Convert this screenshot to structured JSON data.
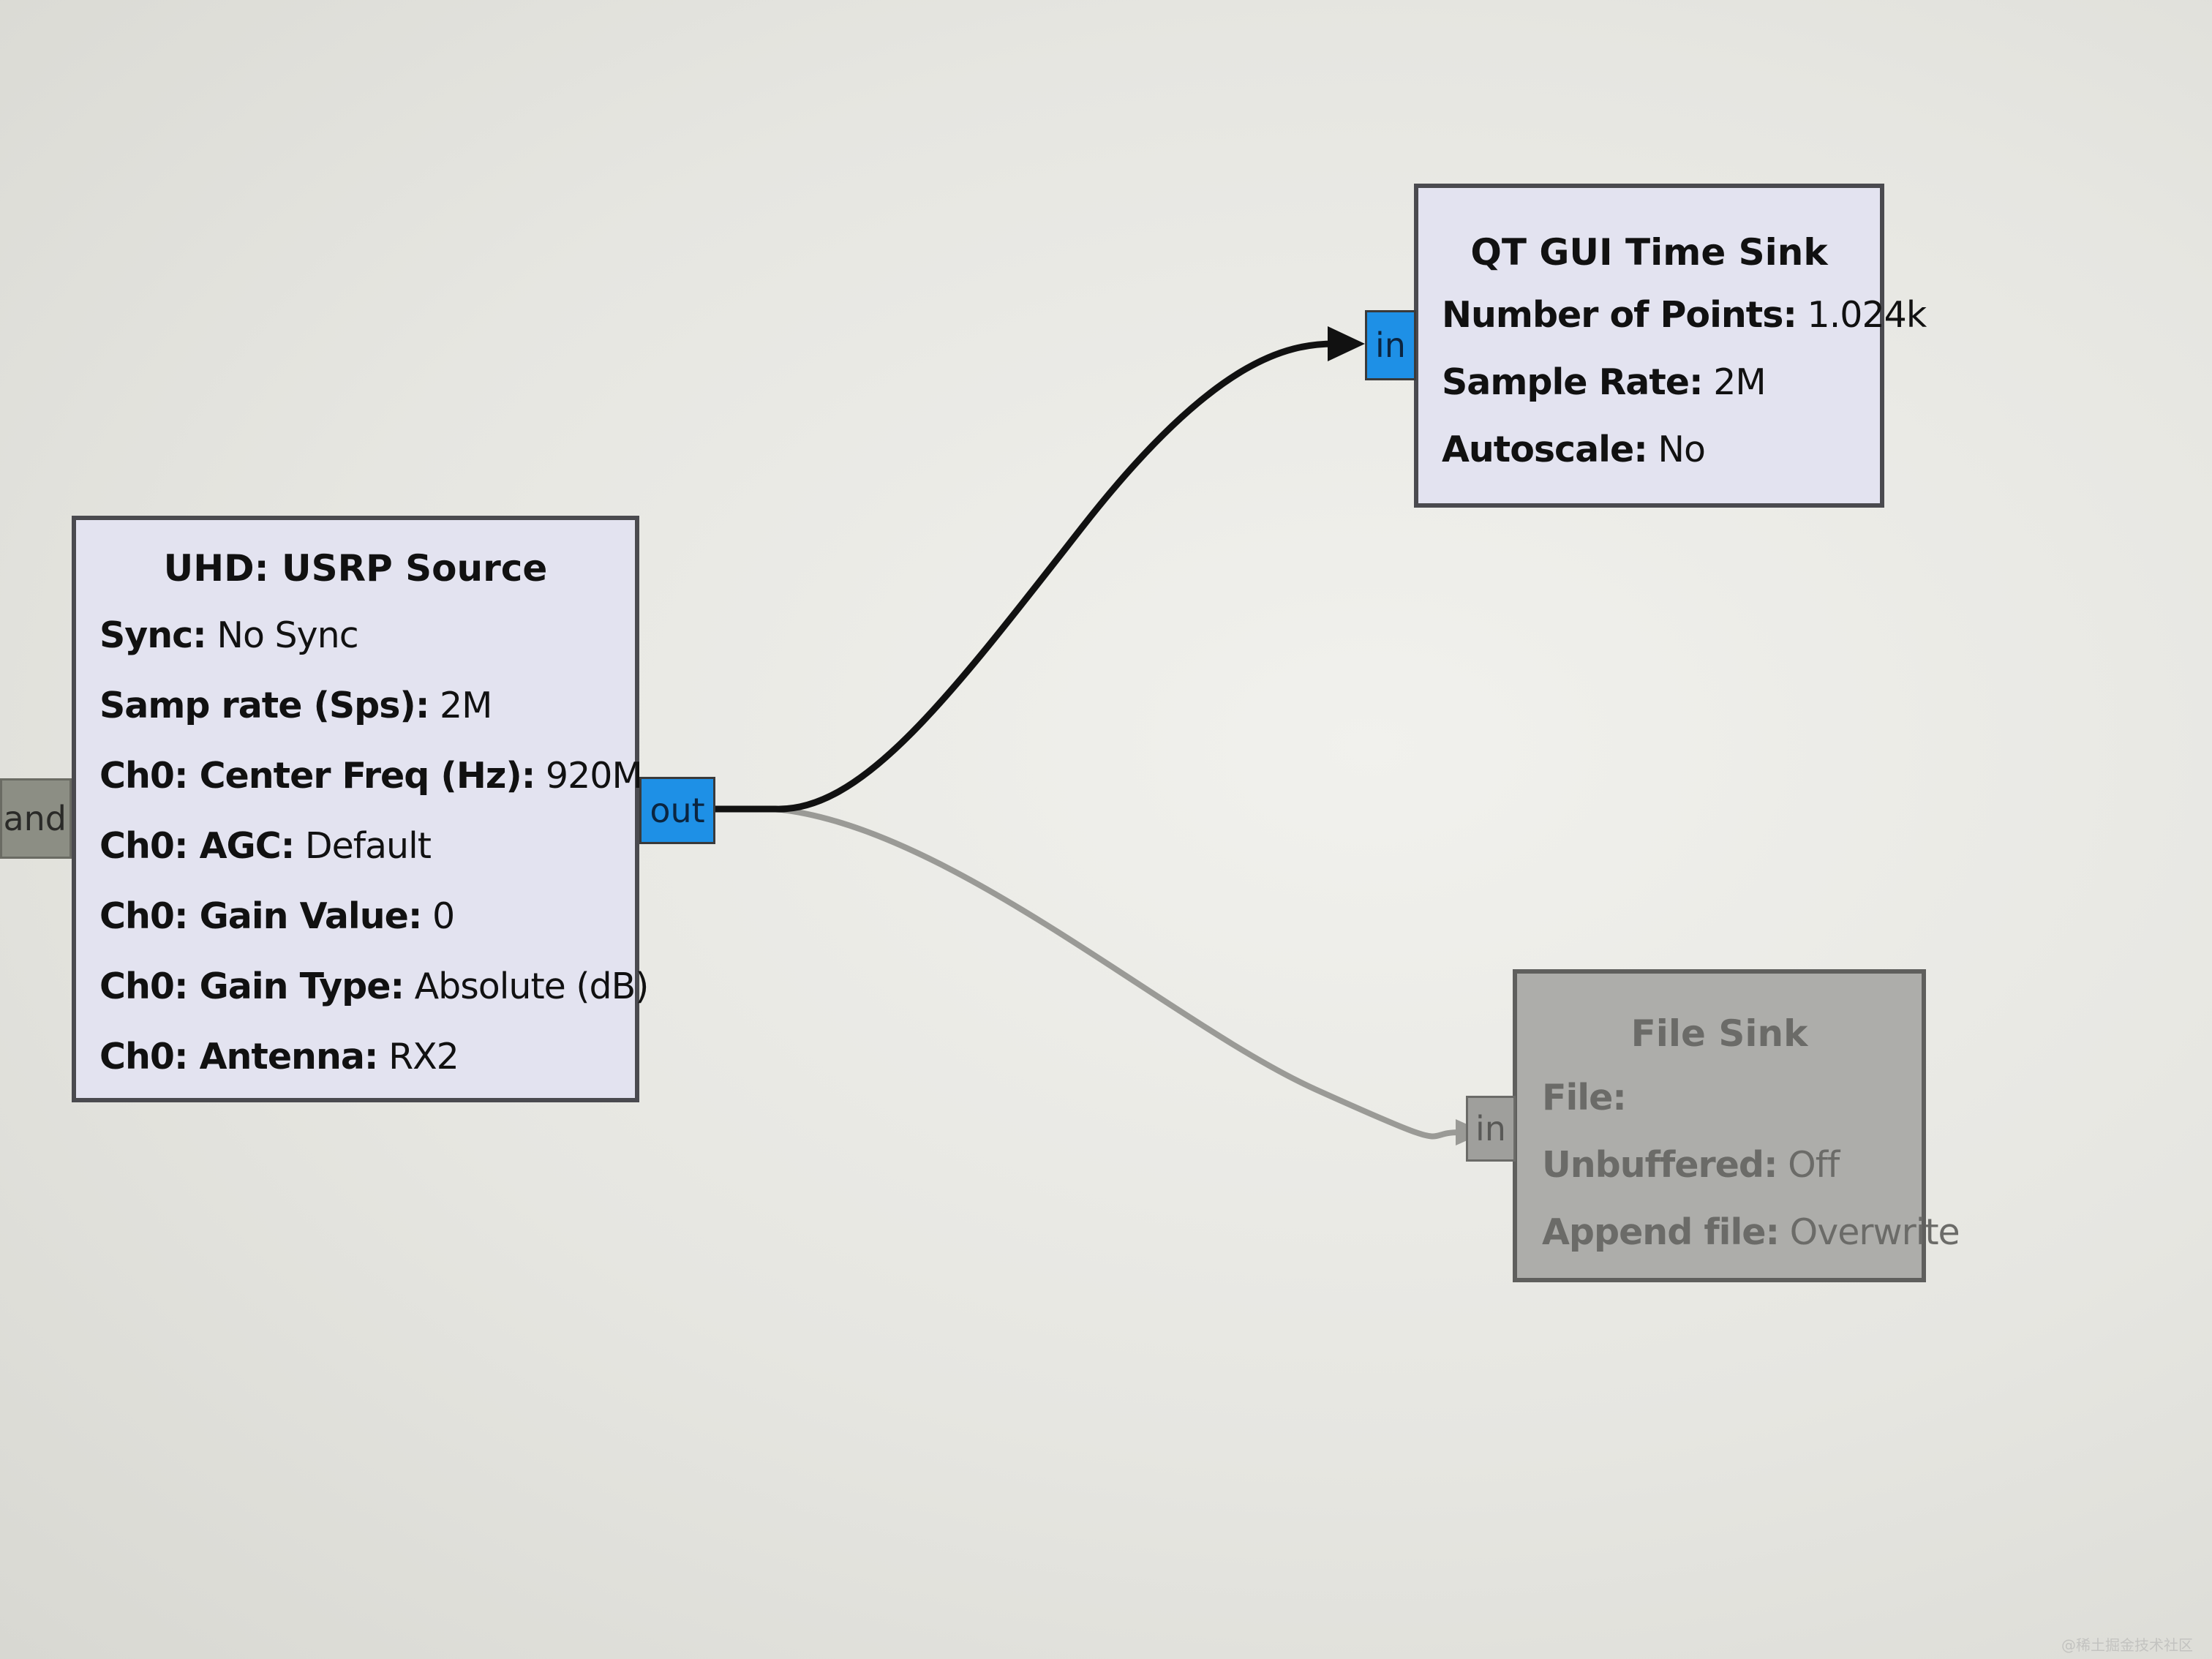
{
  "blocks": {
    "usrp_source": {
      "title": "UHD: USRP Source",
      "params": [
        {
          "name": "Sync:",
          "value": "No Sync"
        },
        {
          "name": "Samp rate (Sps):",
          "value": "2M"
        },
        {
          "name": "Ch0: Center Freq (Hz):",
          "value": "920M"
        },
        {
          "name": "Ch0: AGC:",
          "value": "Default"
        },
        {
          "name": "Ch0: Gain Value:",
          "value": "0"
        },
        {
          "name": "Ch0: Gain Type:",
          "value": "Absolute (dB)"
        },
        {
          "name": "Ch0: Antenna:",
          "value": "RX2"
        }
      ],
      "out_port": "out"
    },
    "qt_time_sink": {
      "title": "QT GUI Time Sink",
      "params": [
        {
          "name": "Number of Points:",
          "value": "1.024k"
        },
        {
          "name": "Sample Rate:",
          "value": "2M"
        },
        {
          "name": "Autoscale:",
          "value": "No"
        }
      ],
      "in_port": "in"
    },
    "file_sink": {
      "title": "File Sink",
      "state": "disabled",
      "params": [
        {
          "name": "File:",
          "value": ""
        },
        {
          "name": "Unbuffered:",
          "value": "Off"
        },
        {
          "name": "Append file:",
          "value": "Overwrite"
        }
      ],
      "in_port": "in"
    },
    "offscreen_left": {
      "port": "and"
    }
  },
  "connections": [
    {
      "from": "usrp_source.out",
      "to": "qt_time_sink.in",
      "state": "enabled"
    },
    {
      "from": "usrp_source.out",
      "to": "file_sink.in",
      "state": "disabled"
    }
  ],
  "colors": {
    "block_fill": "#e3e3f0",
    "disabled_fill": "#adadaa",
    "port_active": "#1e90e6",
    "enabled_wire": "#111111",
    "disabled_wire": "#9a9a96"
  },
  "watermark": "@稀土掘金技术社区"
}
